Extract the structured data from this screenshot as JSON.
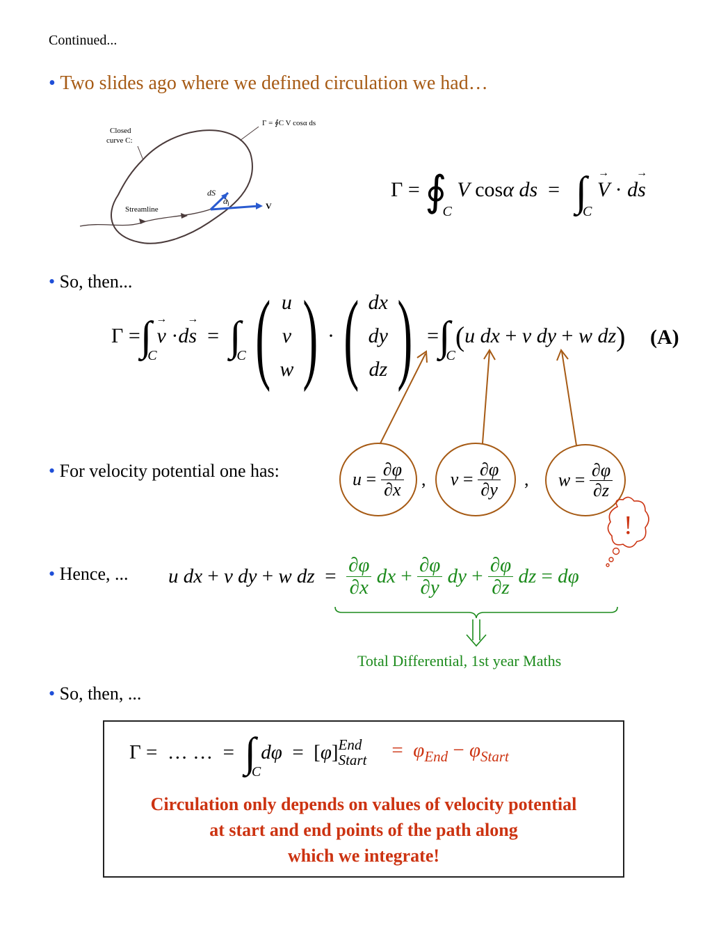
{
  "header": {
    "continued": "Continued..."
  },
  "bullets": {
    "b1": "Two slides ago where we defined circulation we had…",
    "b2": "So, then...",
    "b3": "For velocity potential one has:",
    "b4": "Hence, ...",
    "b5": "So, then, ..."
  },
  "figure": {
    "closed_curve": "Closed",
    "curve_c": "curve C:",
    "streamline": "Streamline",
    "ds_label": "dS",
    "alpha_label": "α",
    "v_label": "V",
    "gamma_formula": "Γ = ∮C V cosα ds"
  },
  "equations": {
    "label_a": "(A)",
    "annotation": "Total Differential, 1st year Maths",
    "exclamation": "!"
  },
  "conclusion": {
    "line1": "Circulation only depends on values of velocity potential",
    "line2": "at start and end points of the path along",
    "line3": "which we integrate!"
  },
  "colors": {
    "bullet": "#1f4fd8",
    "brown": "#a65a14",
    "green": "#1b8a1b",
    "red": "#cc3311",
    "figure_arrow": "#2a5bd0"
  }
}
